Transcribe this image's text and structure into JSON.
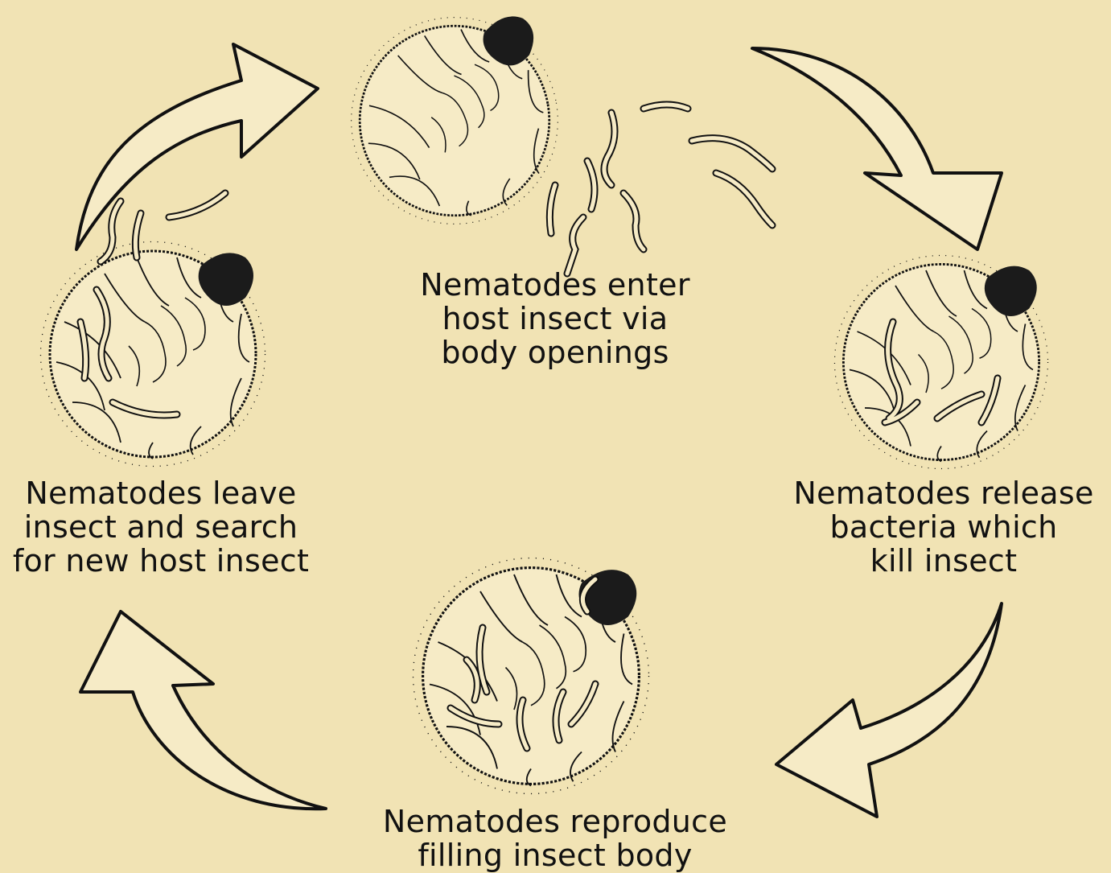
{
  "captions": {
    "enter": [
      "Nematodes enter",
      "host insect via",
      "body openings"
    ],
    "release": [
      "Nematodes release",
      "bacteria which",
      "kill insect"
    ],
    "leave": [
      "Nematodes leave",
      "insect and search",
      "for new host insect"
    ],
    "reproduce": [
      "Nematodes reproduce",
      "filling insect body"
    ]
  },
  "colors": {
    "background": "#f1e3b4",
    "ink": "#111111",
    "arrow_fill": "#f6ebc6"
  },
  "icons": [
    "grub-insect-icon",
    "nematode-worm-icon",
    "cycle-arrow-icon"
  ]
}
